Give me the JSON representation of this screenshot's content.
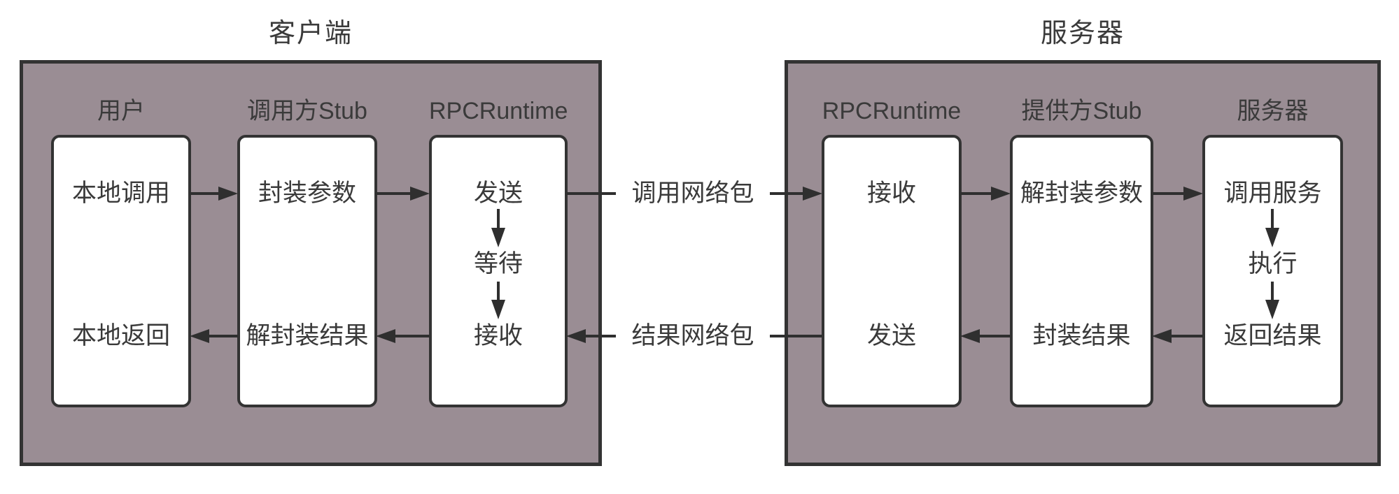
{
  "diagram": {
    "client": {
      "title": "客户端",
      "columns": [
        {
          "header": "用户",
          "items": [
            "本地调用",
            "本地返回"
          ]
        },
        {
          "header": "调用方Stub",
          "items": [
            "封装参数",
            "解封装结果"
          ]
        },
        {
          "header": "RPCRuntime",
          "items": [
            "发送",
            "等待",
            "接收"
          ]
        }
      ]
    },
    "server": {
      "title": "服务器",
      "columns": [
        {
          "header": "RPCRuntime",
          "items": [
            "接收",
            "发送"
          ]
        },
        {
          "header": "提供方Stub",
          "items": [
            "解封装参数",
            "封装结果"
          ]
        },
        {
          "header": "服务器",
          "items": [
            "调用服务",
            "执行",
            "返回结果"
          ]
        }
      ]
    },
    "links": {
      "request_label": "调用网络包",
      "response_label": "结果网络包"
    },
    "colors": {
      "panel_fill": "#9a8d94",
      "border": "#333333",
      "node_fill": "#ffffff",
      "line": "#2f2f2f",
      "text": "#3a3a3a"
    }
  }
}
